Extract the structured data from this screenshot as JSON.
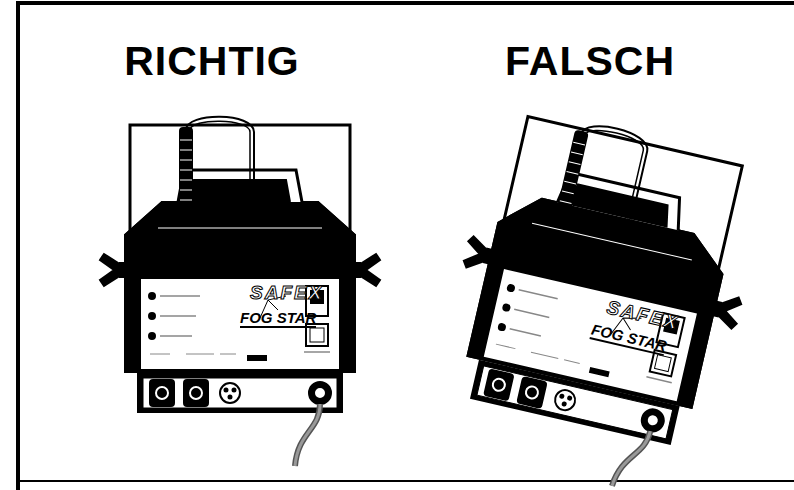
{
  "diagram": {
    "labels": [
      "RICHTIG",
      "FALSCH",
      "SAFEX",
      "FOG STAR",
      "SAFEX",
      "FOG STAR"
    ]
  }
}
